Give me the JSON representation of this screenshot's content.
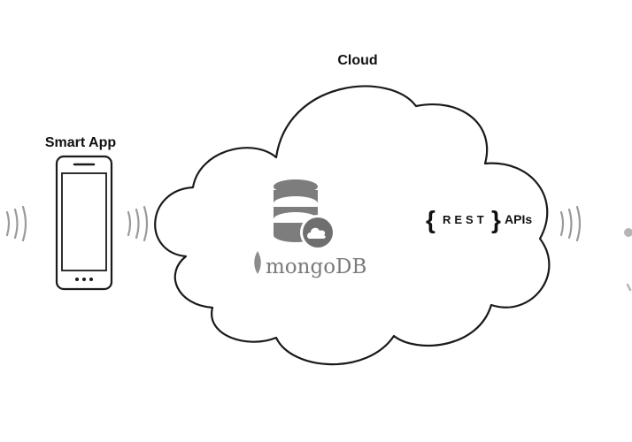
{
  "labels": {
    "cloud": "Cloud",
    "smart_app": "Smart App",
    "mongodb": "mongoDB",
    "rest_open": "{",
    "rest": "REST",
    "rest_close": "}",
    "apis": "APIs"
  },
  "icons": {
    "phone": "smartphone-icon",
    "database": "database-cloud-icon",
    "mongodb_leaf": "leaf-icon",
    "signal": "wireless-signal-icon"
  },
  "colors": {
    "outline": "#1a1a1a",
    "waves": "#9a9a9a",
    "database": "#7d7d7d",
    "mongodb_text": "#7a7a7a"
  }
}
